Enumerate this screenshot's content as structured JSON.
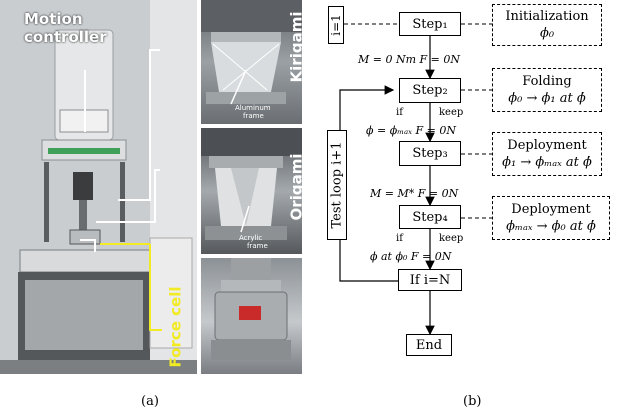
{
  "captions": {
    "a": "(a)",
    "b": "(b)"
  },
  "photo_labels": {
    "motion_controller": [
      "Motion",
      "controller"
    ],
    "kirigami": "Kirigami",
    "origami": "Origami",
    "aluminum_frame": [
      "Aluminum",
      "frame"
    ],
    "acrylic_frame": [
      "Acrylic",
      "frame"
    ],
    "force_cell": "Force cell"
  },
  "colors": {
    "force_cell": "#f2ea22",
    "callout": "#ffffff"
  },
  "flowchart": {
    "i_init": "i=1",
    "steps": [
      "Step₁",
      "Step₂",
      "Step₃",
      "Step₄"
    ],
    "decision": "If i=N",
    "end": "End",
    "test_loop": "Test loop i+1",
    "descriptions": [
      {
        "title": "Initialization",
        "detail": "ϕ₀"
      },
      {
        "title": "Folding",
        "detail": "ϕ₀ → ϕ₁ at ϕ̇"
      },
      {
        "title": "Deployment",
        "detail": "ϕ₁ → ϕₘₐₓ at ϕ̇"
      },
      {
        "title": "Deployment",
        "detail": "ϕₘₐₓ → ϕ₀ at ϕ̇"
      }
    ],
    "conditions": {
      "c1": "M = 0 Nm   F = 0N",
      "c2": "ϕ = ϕₘₐₓ  F = 0N",
      "c3": "M = M*   F = 0N",
      "c4": "ϕ at ϕ₀  F = 0N"
    },
    "if_label": "if",
    "keep_label": "keep"
  }
}
